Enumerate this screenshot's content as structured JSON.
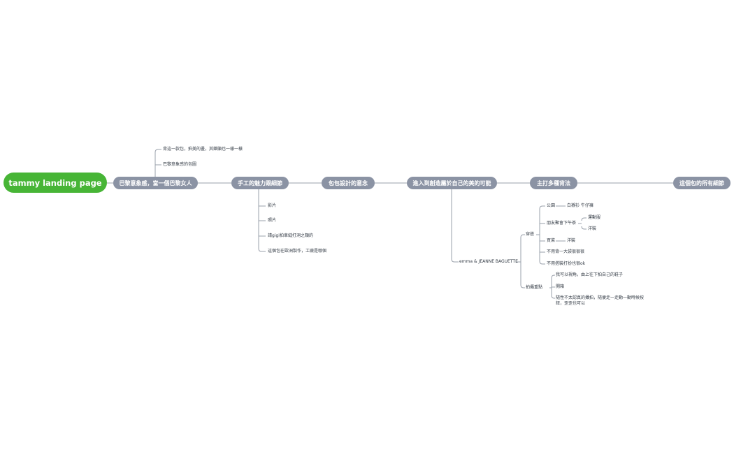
{
  "map": {
    "root": "tammy landing page",
    "main_topics": [
      "巴黎意象感，當一個巴黎女人",
      "手工的魅力跟細節",
      "包包設計的意念",
      "進入到創造屬於自己的美的可能",
      "主打多種背法",
      "這個包的所有細節"
    ],
    "paris": {
      "children": [
        "背這一款包，拍美的畫，其樂顯也一樣一樣",
        "巴黎意象感的包圖"
      ]
    },
    "handmade": {
      "children": [
        "影片",
        "照片",
        "請gigi拍車縫打洞之類的",
        "這個包在歐洲製作，工廠是哪個"
      ]
    },
    "create": {
      "child": "emma & JEANNE BAGUETTE",
      "outfit": {
        "label": "穿搭",
        "office": {
          "label": "公園",
          "sub": "白襯衫 牛仔褲"
        },
        "tea": {
          "label": "朋友聚會下午茶",
          "subs": [
            "運動服",
            "洋裝"
          ]
        },
        "market": {
          "label": "買菜",
          "sub": "洋裝"
        },
        "items": [
          "不用背一大袋很很很",
          "不用搭裝打扮也很ok"
        ]
      },
      "shoot": {
        "label": "拍攝重點",
        "items": [
          "我可以視角，由上往下拍自己的鞋子",
          "開箱",
          "隨性不太認真的攝拍，隨便走一走動一動時候按鈕，歪歪也可以"
        ]
      }
    }
  }
}
